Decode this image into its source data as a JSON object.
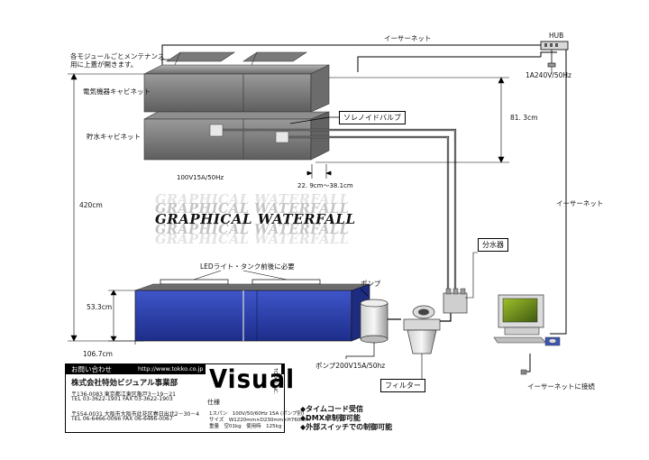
{
  "labels": {
    "maintenance_note_1": "各モジュールごとメンテナンス",
    "maintenance_note_2": "用に上蓋が開きます。",
    "electrical_cabinet": "電気機器キャビネット",
    "water_storage_cabinet": "貯水キャビネット",
    "power_top": "100V15A/50Hz",
    "ethernet_top": "イーサーネット",
    "hub": "HUB",
    "hub_power": "1A240V/50Hz",
    "solenoid_valve": "ソレノイドバルブ",
    "height_813": "81. 3cm",
    "width_range": "22. 9cm～38.1cm",
    "height_420": "420cm",
    "ethernet_right": "イーサーネット",
    "water_distributor": "分水器",
    "led_light": "LEDライト・タンク前後に必要",
    "pump": "ポンプ",
    "height_533": "53.3cm",
    "height_1067": "106.7cm",
    "pump_power": "ポンプ200V15A/50hz",
    "filter": "フィルター",
    "ethernet_connect": "イーサーネットに接続"
  },
  "waterfall_text": "GRAPHICAL WATERFALL",
  "contact": {
    "header": "お問い合わせ",
    "url": "http://www.tokko.co.jp",
    "company": "株式会社特効ビジュアル事業部",
    "tokyo_address": "〒136-0083 東京都江東区亀戸3－19－21",
    "tokyo_phone": "TEL 03-3622-1901 FAX 03-3622-1903",
    "osaka_address": "〒554-0031 大阪市大阪市此花区春日出北2－30－4",
    "osaka_phone": "TEL 06-6466-0066 FAX 06-6466-0067"
  },
  "logo": {
    "brand": "Visual",
    "subtitle": "仕様",
    "side_text": "TOKKO INC."
  },
  "specs": {
    "line1": "1スパン　100V/50/60Hz 15A (ポンプ別)",
    "line2": "サイズ　W1220mm×D230mm×H760mm",
    "line3": "重量　空01kg　使用時　125kg"
  },
  "features": [
    "◆タイムコード受信",
    "◆DMX卓制御可能",
    "◆外部スイッチでの制御可能"
  ],
  "colors": {
    "tank_blue": "#2b3fa8",
    "cabinet_gray": "#8a8a8a",
    "monitor_green": "#6a8a18"
  }
}
